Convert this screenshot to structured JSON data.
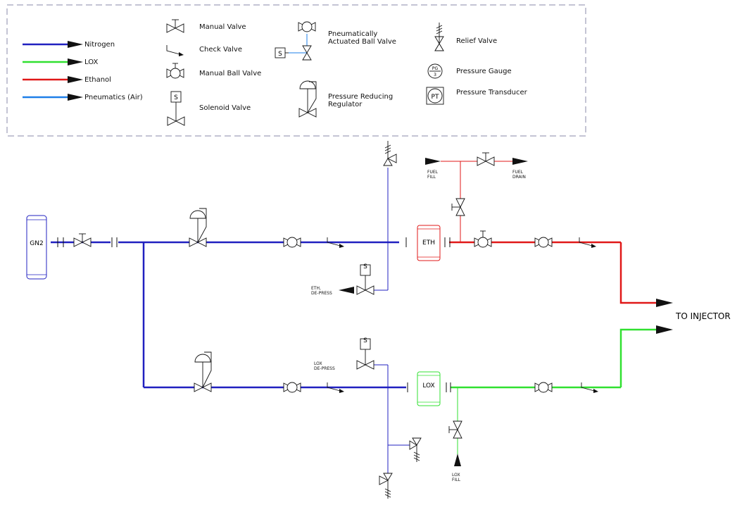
{
  "colors": {
    "nitrogen": "#2020c0",
    "lox": "#30e030",
    "ethanol": "#e01818",
    "pneumatics": "#1e7fe8",
    "line_art": "#111111",
    "legend_border": "#8a8aa8"
  },
  "legend": {
    "fluids": [
      {
        "label": "Nitrogen",
        "color_key": "nitrogen"
      },
      {
        "label": "LOX",
        "color_key": "lox"
      },
      {
        "label": "Ethanol",
        "color_key": "ethanol"
      },
      {
        "label": "Pneumatics (Air)",
        "color_key": "pneumatics"
      }
    ],
    "symbols": {
      "manual_valve": "Manual Valve",
      "check_valve": "Check Valve",
      "manual_ball_valve": "Manual Ball Valve",
      "solenoid_valve": "Solenoid Valve",
      "pneumatic_ball_valve": [
        "Pneumatically",
        "Actuated Ball Valve"
      ],
      "pressure_reducing_regulator": [
        "Pressure Reducing",
        "Regulator"
      ],
      "relief_valve": "Relief Valve",
      "pressure_gauge": "Pressure Gauge",
      "pressure_transducer": "Pressure Transducer"
    },
    "symbol_marks": {
      "solenoid": "S",
      "pressure_gauge": [
        "PG",
        "3"
      ],
      "pressure_transducer": "PT"
    }
  },
  "vessels": {
    "gn2": "GN2",
    "eth": "ETH",
    "lox": "LOX"
  },
  "labels": {
    "fuel_fill": [
      "FUEL",
      "FILL"
    ],
    "fuel_drain": [
      "FUEL",
      "DRAIN"
    ],
    "eth_depress": [
      "ETH,",
      "DE-PRESS"
    ],
    "lox_depress": [
      "LOX",
      "DE-PRESS"
    ],
    "lox_fill": [
      "LOX",
      "FILL"
    ],
    "to_injector": "TO INJECTOR"
  }
}
